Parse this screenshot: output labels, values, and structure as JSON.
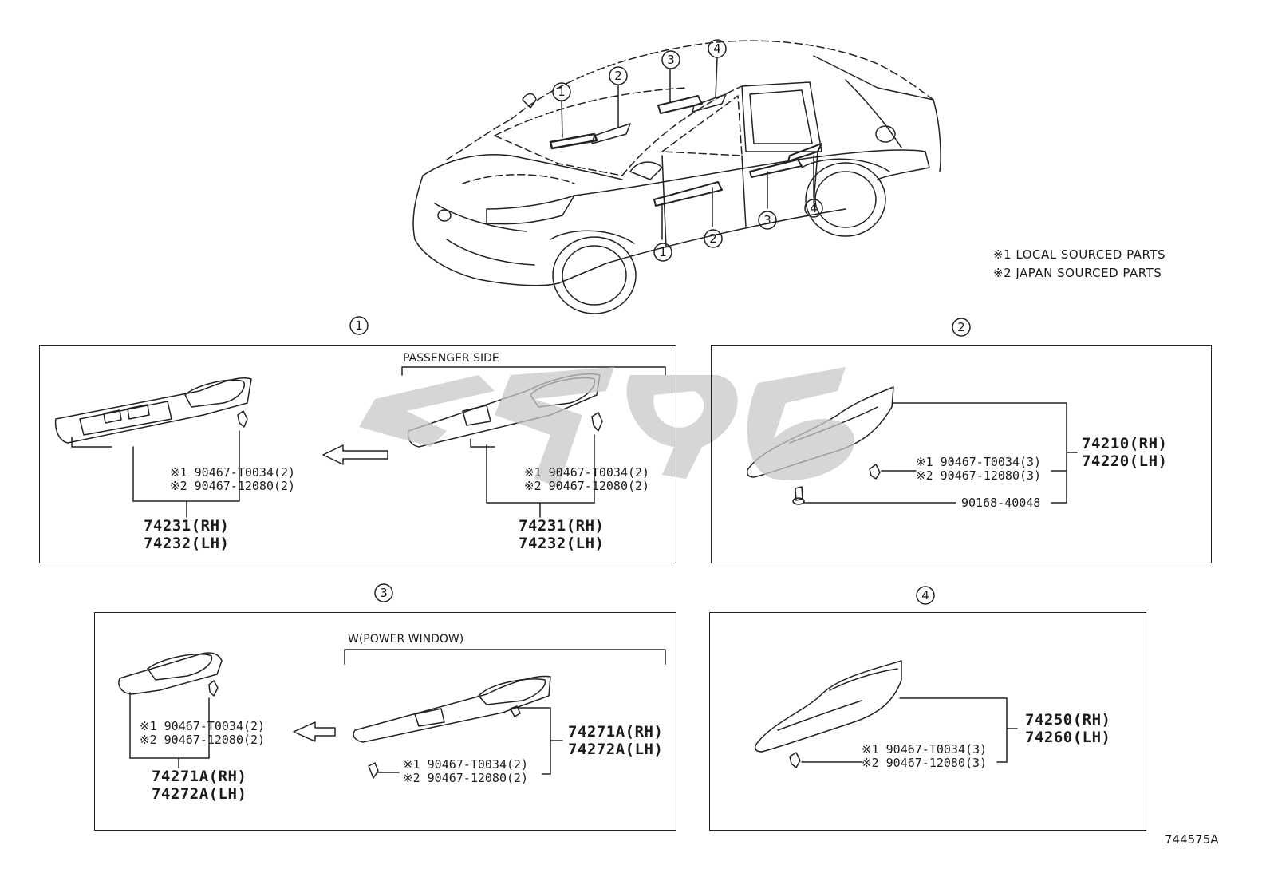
{
  "notes": {
    "note1": "※1 LOCAL SOURCED PARTS",
    "note2": "※2 JAPAN SOURCED PARTS"
  },
  "overview": {
    "callouts_top": [
      "1",
      "2",
      "3",
      "4"
    ],
    "callouts_side": [
      "1",
      "2",
      "3",
      "4"
    ]
  },
  "section1": {
    "marker": "1",
    "passenger_label": "PASSENGER SIDE",
    "left_clip_1": "※1 90467-T0034(2)",
    "left_clip_2": "※2 90467-12080(2)",
    "left_part_rh": "74231(RH)",
    "left_part_lh": "74232(LH)",
    "right_clip_1": "※1 90467-T0034(2)",
    "right_clip_2": "※2 90467-12080(2)",
    "right_part_rh": "74231(RH)",
    "right_part_lh": "74232(LH)"
  },
  "section2": {
    "marker": "2",
    "clip_1": "※1 90467-T0034(3)",
    "clip_2": "※2 90467-12080(3)",
    "screw": "90168-40048",
    "part_rh": "74210(RH)",
    "part_lh": "74220(LH)"
  },
  "section3": {
    "marker": "3",
    "power_window_label": "W(POWER WINDOW)",
    "left_clip_1": "※1 90467-T0034(2)",
    "left_clip_2": "※2 90467-12080(2)",
    "left_part_rh": "74271A(RH)",
    "left_part_lh": "74272A(LH)",
    "right_clip_1": "※1 90467-T0034(2)",
    "right_clip_2": "※2 90467-12080(2)",
    "right_part_rh": "74271A(RH)",
    "right_part_lh": "74272A(LH)"
  },
  "section4": {
    "marker": "4",
    "clip_1": "※1 90467-T0034(3)",
    "clip_2": "※2 90467-12080(3)",
    "part_rh": "74250(RH)",
    "part_lh": "74260(LH)"
  },
  "figure_id": "744575A"
}
